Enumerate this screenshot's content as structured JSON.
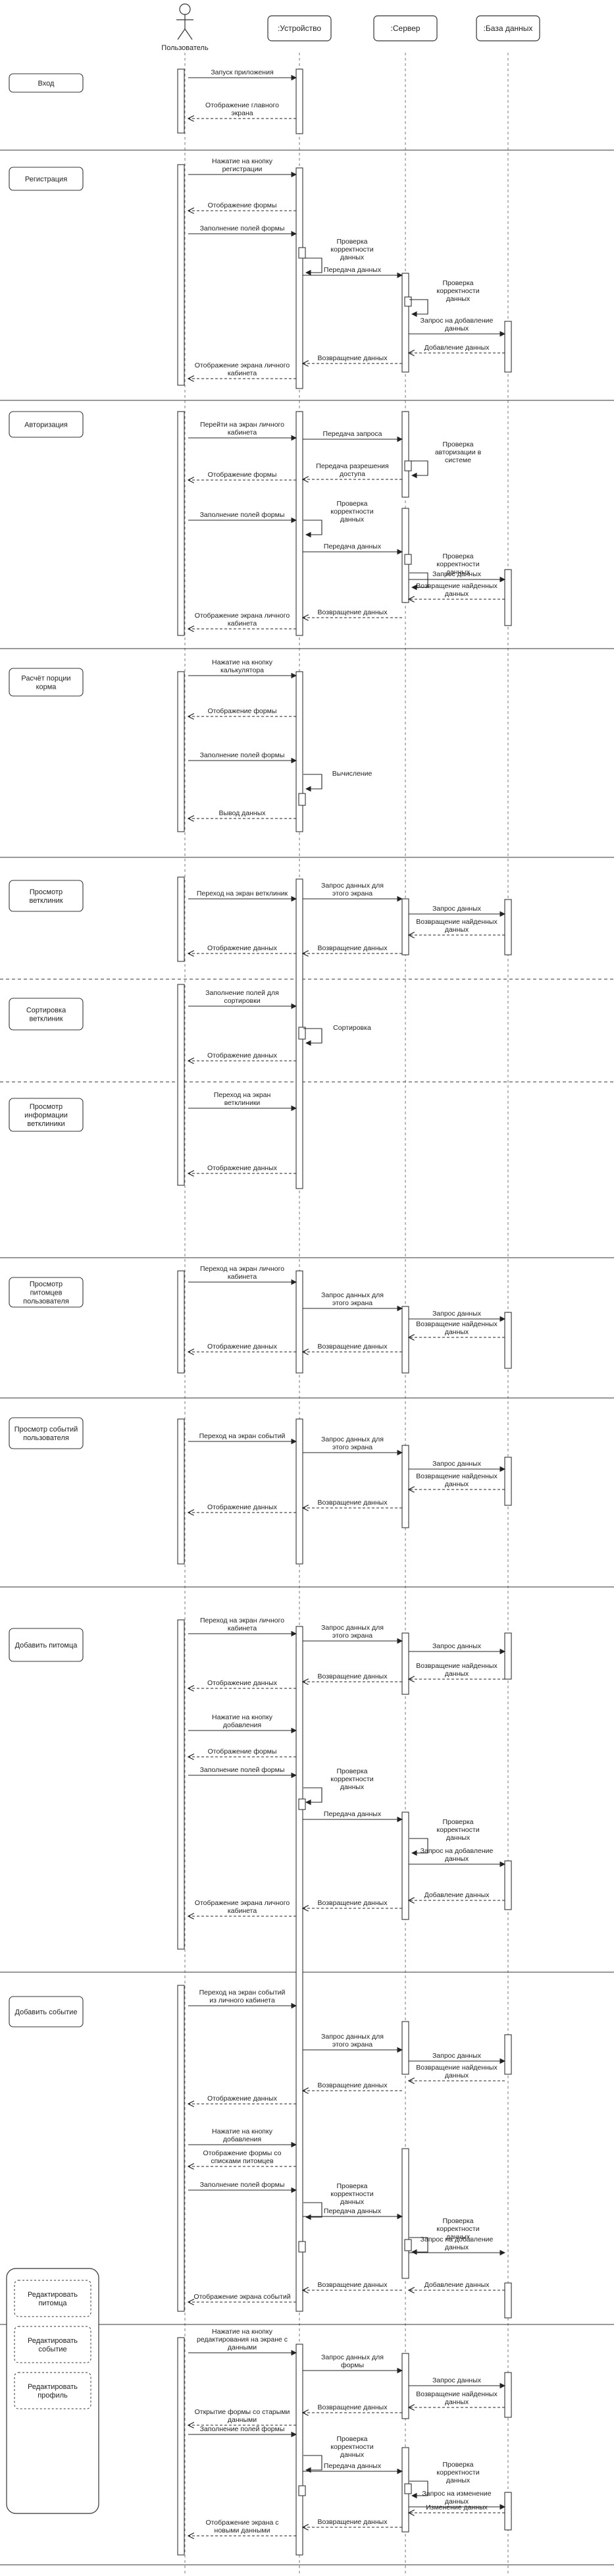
{
  "participants": [
    {
      "id": "user",
      "label": "Пользователь",
      "kind": "actor"
    },
    {
      "id": "device",
      "label": ":Устройство",
      "kind": "box"
    },
    {
      "id": "server",
      "label": ":Сервер",
      "kind": "box"
    },
    {
      "id": "db",
      "label": ":База данных",
      "kind": "box"
    }
  ],
  "sections": [
    {
      "label": "Вход",
      "messages": [
        {
          "from": "user",
          "to": "device",
          "text": "Запуск приложения"
        },
        {
          "from": "device",
          "to": "user",
          "text": "Отображение главного экрана",
          "reply": true
        }
      ]
    },
    {
      "label": "Регистрация",
      "messages": [
        {
          "from": "user",
          "to": "device",
          "text": "Нажатие на кнопку регистрации"
        },
        {
          "from": "device",
          "to": "user",
          "text": "Отображение формы",
          "reply": true
        },
        {
          "from": "user",
          "to": "device",
          "text": "Заполнение полей формы"
        },
        {
          "from": "device",
          "to": "device",
          "text": "Проверка корректности данных"
        },
        {
          "from": "device",
          "to": "server",
          "text": "Передача данных"
        },
        {
          "from": "server",
          "to": "server",
          "text": "Проверка корректности данных"
        },
        {
          "from": "server",
          "to": "db",
          "text": "Запрос на добавление данных"
        },
        {
          "from": "db",
          "to": "server",
          "text": "Добавление данных",
          "reply": true
        },
        {
          "from": "server",
          "to": "device",
          "text": "Возвращение данных",
          "reply": true
        },
        {
          "from": "device",
          "to": "user",
          "text": "Отображение экрана личного кабинета",
          "reply": true
        }
      ]
    },
    {
      "label": "Авторизация",
      "messages": [
        {
          "from": "user",
          "to": "device",
          "text": "Перейти на экран личного кабинета"
        },
        {
          "from": "device",
          "to": "server",
          "text": "Передача запроса"
        },
        {
          "from": "server",
          "to": "server",
          "text": "Проверка авторизации в системе"
        },
        {
          "from": "server",
          "to": "device",
          "text": "Передача разрешения доступа",
          "reply": true
        },
        {
          "from": "device",
          "to": "user",
          "text": "Отображение формы",
          "reply": true
        },
        {
          "from": "user",
          "to": "device",
          "text": "Заполнение полей формы"
        },
        {
          "from": "device",
          "to": "device",
          "text": "Проверка корректности данных"
        },
        {
          "from": "device",
          "to": "server",
          "text": "Передача данных"
        },
        {
          "from": "server",
          "to": "server",
          "text": "Проверка корректности данных"
        },
        {
          "from": "server",
          "to": "db",
          "text": "Запрос данных"
        },
        {
          "from": "db",
          "to": "server",
          "text": "Возвращение найденных данных",
          "reply": true
        },
        {
          "from": "server",
          "to": "device",
          "text": "Возвращение данных",
          "reply": true
        },
        {
          "from": "device",
          "to": "user",
          "text": "Отображение экрана личного кабинета",
          "reply": true
        }
      ]
    },
    {
      "label": "Расчёт порции корма",
      "messages": [
        {
          "from": "user",
          "to": "device",
          "text": "Нажатие на кнопку калькулятора"
        },
        {
          "from": "device",
          "to": "user",
          "text": "Отображение формы",
          "reply": true
        },
        {
          "from": "user",
          "to": "device",
          "text": "Заполнение полей формы"
        },
        {
          "from": "device",
          "to": "device",
          "text": "Вычисление"
        },
        {
          "from": "device",
          "to": "user",
          "text": "Вывод данных",
          "reply": true
        }
      ]
    },
    {
      "label": "Просмотр ветклиник",
      "messages": [
        {
          "from": "user",
          "to": "device",
          "text": "Переход на экран ветклиник"
        },
        {
          "from": "device",
          "to": "server",
          "text": "Запрос данных для этого экрана"
        },
        {
          "from": "server",
          "to": "db",
          "text": "Запрос данных"
        },
        {
          "from": "db",
          "to": "server",
          "text": "Возвращение найденных данных",
          "reply": true
        },
        {
          "from": "server",
          "to": "device",
          "text": "Возвращение данных",
          "reply": true
        },
        {
          "from": "device",
          "to": "user",
          "text": "Отображение данных",
          "reply": true
        }
      ]
    },
    {
      "label": "Сортировка ветклиник",
      "messages": [
        {
          "from": "user",
          "to": "device",
          "text": "Заполнение полей для сортировки"
        },
        {
          "from": "device",
          "to": "device",
          "text": "Сортировка"
        },
        {
          "from": "device",
          "to": "user",
          "text": "Отображение данных",
          "reply": true
        }
      ]
    },
    {
      "label": "Просмотр информации ветклиники",
      "messages": [
        {
          "from": "user",
          "to": "device",
          "text": "Переход на экран ветклиники"
        },
        {
          "from": "device",
          "to": "user",
          "text": "Отображение данных",
          "reply": true
        }
      ]
    },
    {
      "label": "Просмотр питомцев пользователя",
      "messages": [
        {
          "from": "user",
          "to": "device",
          "text": "Переход на экран личного кабинета"
        },
        {
          "from": "device",
          "to": "server",
          "text": "Запрос данных для этого экрана"
        },
        {
          "from": "server",
          "to": "db",
          "text": "Запрос данных"
        },
        {
          "from": "db",
          "to": "server",
          "text": "Возвращение найденных данных",
          "reply": true
        },
        {
          "from": "server",
          "to": "device",
          "text": "Возвращение данных",
          "reply": true
        },
        {
          "from": "device",
          "to": "user",
          "text": "Отображение данных",
          "reply": true
        }
      ]
    },
    {
      "label": "Просмотр событий пользователя",
      "messages": [
        {
          "from": "user",
          "to": "device",
          "text": "Переход на экран событий"
        },
        {
          "from": "device",
          "to": "server",
          "text": "Запрос данных для этого экрана"
        },
        {
          "from": "server",
          "to": "db",
          "text": "Запрос данных"
        },
        {
          "from": "db",
          "to": "server",
          "text": "Возвращение найденных данных",
          "reply": true
        },
        {
          "from": "server",
          "to": "device",
          "text": "Возвращение данных",
          "reply": true
        },
        {
          "from": "device",
          "to": "user",
          "text": "Отображение данных",
          "reply": true
        }
      ]
    },
    {
      "label": "Добавить питомца",
      "messages": [
        {
          "from": "user",
          "to": "device",
          "text": "Переход на экран личного кабинета"
        },
        {
          "from": "device",
          "to": "server",
          "text": "Запрос данных для этого экрана"
        },
        {
          "from": "server",
          "to": "db",
          "text": "Запрос данных"
        },
        {
          "from": "db",
          "to": "server",
          "text": "Возвращение найденных данных",
          "reply": true
        },
        {
          "from": "server",
          "to": "device",
          "text": "Возвращение данных",
          "reply": true
        },
        {
          "from": "device",
          "to": "user",
          "text": "Отображение данных",
          "reply": true
        },
        {
          "from": "user",
          "to": "device",
          "text": "Нажатие на кнопку добавления"
        },
        {
          "from": "device",
          "to": "user",
          "text": "Отображение формы",
          "reply": true
        },
        {
          "from": "user",
          "to": "device",
          "text": "Заполнение полей формы"
        },
        {
          "from": "device",
          "to": "device",
          "text": "Проверка корректности данных"
        },
        {
          "from": "device",
          "to": "server",
          "text": "Передача данных"
        },
        {
          "from": "server",
          "to": "server",
          "text": "Проверка корректности данных"
        },
        {
          "from": "server",
          "to": "db",
          "text": "Запрос на добавление данных"
        },
        {
          "from": "db",
          "to": "server",
          "text": "Добавление данных",
          "reply": true
        },
        {
          "from": "server",
          "to": "device",
          "text": "Возвращение данных",
          "reply": true
        },
        {
          "from": "device",
          "to": "user",
          "text": "Отображение экрана личного кабинета",
          "reply": true
        }
      ]
    },
    {
      "label": "Добавить событие",
      "messages": [
        {
          "from": "user",
          "to": "device",
          "text": "Переход на экран событий из личного кабинета"
        },
        {
          "from": "device",
          "to": "server",
          "text": "Запрос данных для этого экрана"
        },
        {
          "from": "server",
          "to": "db",
          "text": "Запрос данных"
        },
        {
          "from": "db",
          "to": "server",
          "text": "Возвращение найденных данных",
          "reply": true
        },
        {
          "from": "server",
          "to": "device",
          "text": "Возвращение данных",
          "reply": true
        },
        {
          "from": "device",
          "to": "user",
          "text": "Отображение данных",
          "reply": true
        },
        {
          "from": "user",
          "to": "device",
          "text": "Нажатие на кнопку добавления"
        },
        {
          "from": "device",
          "to": "user",
          "text": "Отображение формы со списками питомцев",
          "reply": true
        },
        {
          "from": "user",
          "to": "device",
          "text": "Заполнение полей формы"
        },
        {
          "from": "device",
          "to": "device",
          "text": "Проверка корректности данных"
        },
        {
          "from": "device",
          "to": "server",
          "text": "Передача данных"
        },
        {
          "from": "server",
          "to": "server",
          "text": "Проверка корректности данных"
        },
        {
          "from": "server",
          "to": "db",
          "text": "Запрос на добавление данных"
        },
        {
          "from": "db",
          "to": "server",
          "text": "Добавление данных",
          "reply": true
        },
        {
          "from": "server",
          "to": "device",
          "text": "Возвращение данных",
          "reply": true
        },
        {
          "from": "device",
          "to": "user",
          "text": "Отображение экрана событий",
          "reply": true
        }
      ]
    },
    {
      "labels": [
        "Редактировать питомца",
        "Редактировать событие",
        "Редактировать профиль"
      ],
      "messages": [
        {
          "from": "user",
          "to": "device",
          "text": "Нажатие на кнопку редактирования на экране с данными"
        },
        {
          "from": "device",
          "to": "server",
          "text": "Запрос данных для формы"
        },
        {
          "from": "server",
          "to": "db",
          "text": "Запрос данных"
        },
        {
          "from": "db",
          "to": "server",
          "text": "Возвращение найденных данных",
          "reply": true
        },
        {
          "from": "server",
          "to": "device",
          "text": "Возвращение данных",
          "reply": true
        },
        {
          "from": "device",
          "to": "user",
          "text": "Открытие формы со старыми данными",
          "reply": true
        },
        {
          "from": "user",
          "to": "device",
          "text": "Заполнение полей формы"
        },
        {
          "from": "device",
          "to": "device",
          "text": "Проверка корректности данных"
        },
        {
          "from": "device",
          "to": "server",
          "text": "Передача данных"
        },
        {
          "from": "server",
          "to": "server",
          "text": "Проверка корректности данных"
        },
        {
          "from": "server",
          "to": "db",
          "text": "Запрос на изменение данных"
        },
        {
          "from": "db",
          "to": "server",
          "text": "Изменение данных",
          "reply": true
        },
        {
          "from": "server",
          "to": "device",
          "text": "Возвращение данных",
          "reply": true
        },
        {
          "from": "device",
          "to": "user",
          "text": "Отображение экрана с новыми данными",
          "reply": true
        }
      ]
    }
  ]
}
